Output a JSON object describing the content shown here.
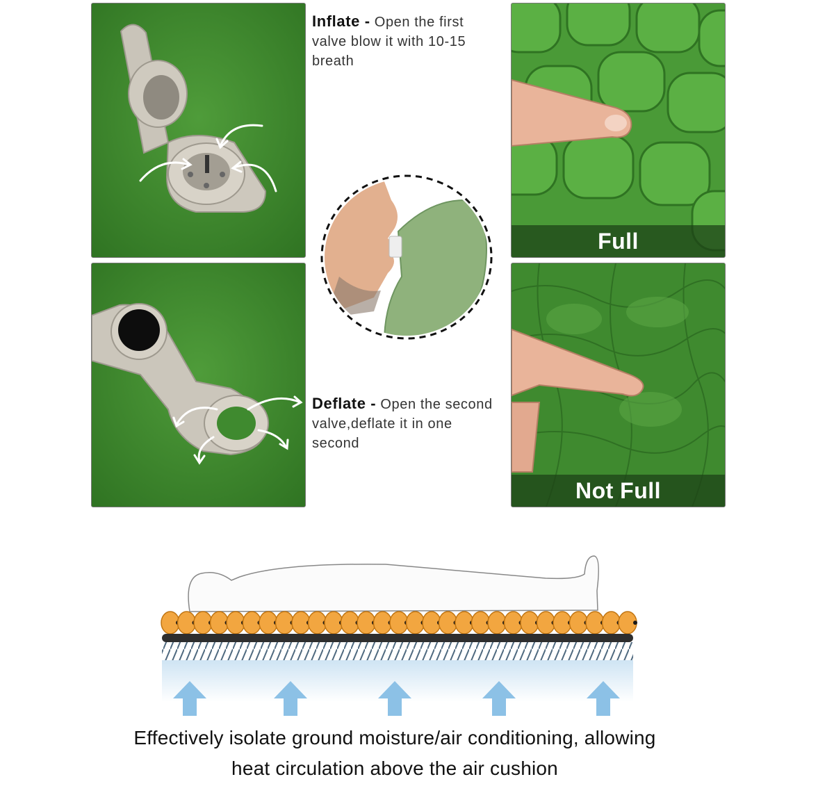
{
  "inflate": {
    "heading": "Inflate -",
    "text": " Open the first valve blow it with 10-15 breath"
  },
  "deflate": {
    "heading": "Deflate -",
    "text": " Open the second valve,deflate it in one second"
  },
  "full_panel": {
    "caption": "Full"
  },
  "not_full_panel": {
    "caption": "Not Full"
  },
  "bottom_caption": {
    "line1": "Effectively isolate ground moisture/air conditioning, allowing",
    "line2": "heat circulation above the air cushion"
  },
  "colors": {
    "mat_green": "#3f8a2f",
    "valve_gray": "#c9c4b9",
    "cushion_orange": "#f2a640",
    "arrow_blue": "#8cc1e6"
  },
  "icons": [
    "arrow-icon",
    "air-flow-arrow-icon"
  ]
}
